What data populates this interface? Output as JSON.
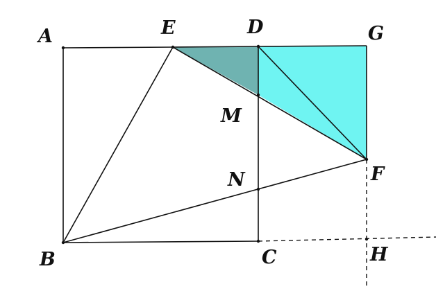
{
  "labels": {
    "A": "A",
    "B": "B",
    "C": "C",
    "D": "D",
    "E": "E",
    "F": "F",
    "G": "G",
    "H": "H",
    "M": "M",
    "N": "N"
  },
  "colors": {
    "dark_region": "#6FB3B1",
    "light_region": "#6FF4F2",
    "line": "#111111"
  }
}
